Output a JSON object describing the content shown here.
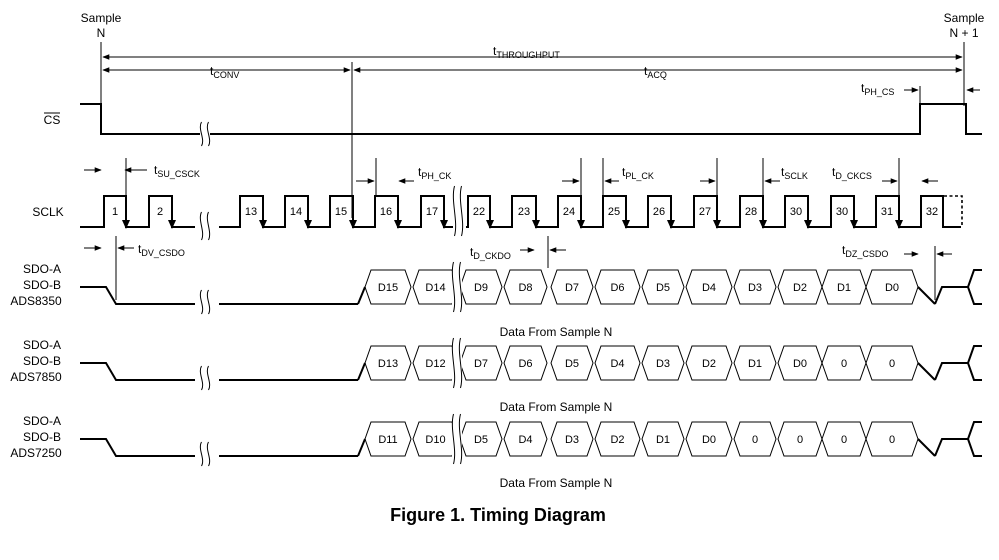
{
  "markers": {
    "start_line1": "Sample",
    "start_line2": "N",
    "end_line1": "Sample",
    "end_line2": "N + 1"
  },
  "timings": {
    "throughput": {
      "main": "t",
      "sub": "THROUGHPUT"
    },
    "conv": {
      "main": "t",
      "sub": "CONV"
    },
    "acq": {
      "main": "t",
      "sub": "ACQ"
    },
    "ph_cs": {
      "main": "t",
      "sub": "PH_CS"
    },
    "su_csck": {
      "main": "t",
      "sub": "SU_CSCK"
    },
    "ph_ck": {
      "main": "t",
      "sub": "PH_CK"
    },
    "pl_ck": {
      "main": "t",
      "sub": "PL_CK"
    },
    "sclk": {
      "main": "t",
      "sub": "SCLK"
    },
    "d_ckcs": {
      "main": "t",
      "sub": "D_CKCS"
    },
    "dv_csdo": {
      "main": "t",
      "sub": "DV_CSDO"
    },
    "d_ckdo": {
      "main": "t",
      "sub": "D_CKDO"
    },
    "dz_csdo": {
      "main": "t",
      "sub": "DZ_CSDO"
    }
  },
  "signals": {
    "cs": "CS",
    "sclk": "SCLK"
  },
  "sclk_pulse_numbers": [
    "1",
    "2",
    "13",
    "14",
    "15",
    "16",
    "17",
    "22",
    "23",
    "24",
    "25",
    "26",
    "27",
    "28",
    "30",
    "30",
    "31",
    "32"
  ],
  "devices": [
    {
      "line1": "SDO-A",
      "line2": "SDO-B",
      "device": "ADS8350",
      "data_bits": [
        "D15",
        "D14",
        "D9",
        "D8",
        "D7",
        "D6",
        "D5",
        "D4",
        "D3",
        "D2",
        "D1",
        "D0"
      ],
      "footer": "Data From Sample N"
    },
    {
      "line1": "SDO-A",
      "line2": "SDO-B",
      "device": "ADS7850",
      "data_bits": [
        "D13",
        "D12",
        "D7",
        "D6",
        "D5",
        "D4",
        "D3",
        "D2",
        "D1",
        "D0",
        "0",
        "0"
      ],
      "footer": "Data From Sample N"
    },
    {
      "line1": "SDO-A",
      "line2": "SDO-B",
      "device": "ADS7250",
      "data_bits": [
        "D11",
        "D10",
        "D5",
        "D4",
        "D3",
        "D2",
        "D1",
        "D0",
        "0",
        "0",
        "0",
        "0"
      ],
      "footer": "Data From Sample N"
    }
  ],
  "caption": "Figure 1.  Timing Diagram"
}
